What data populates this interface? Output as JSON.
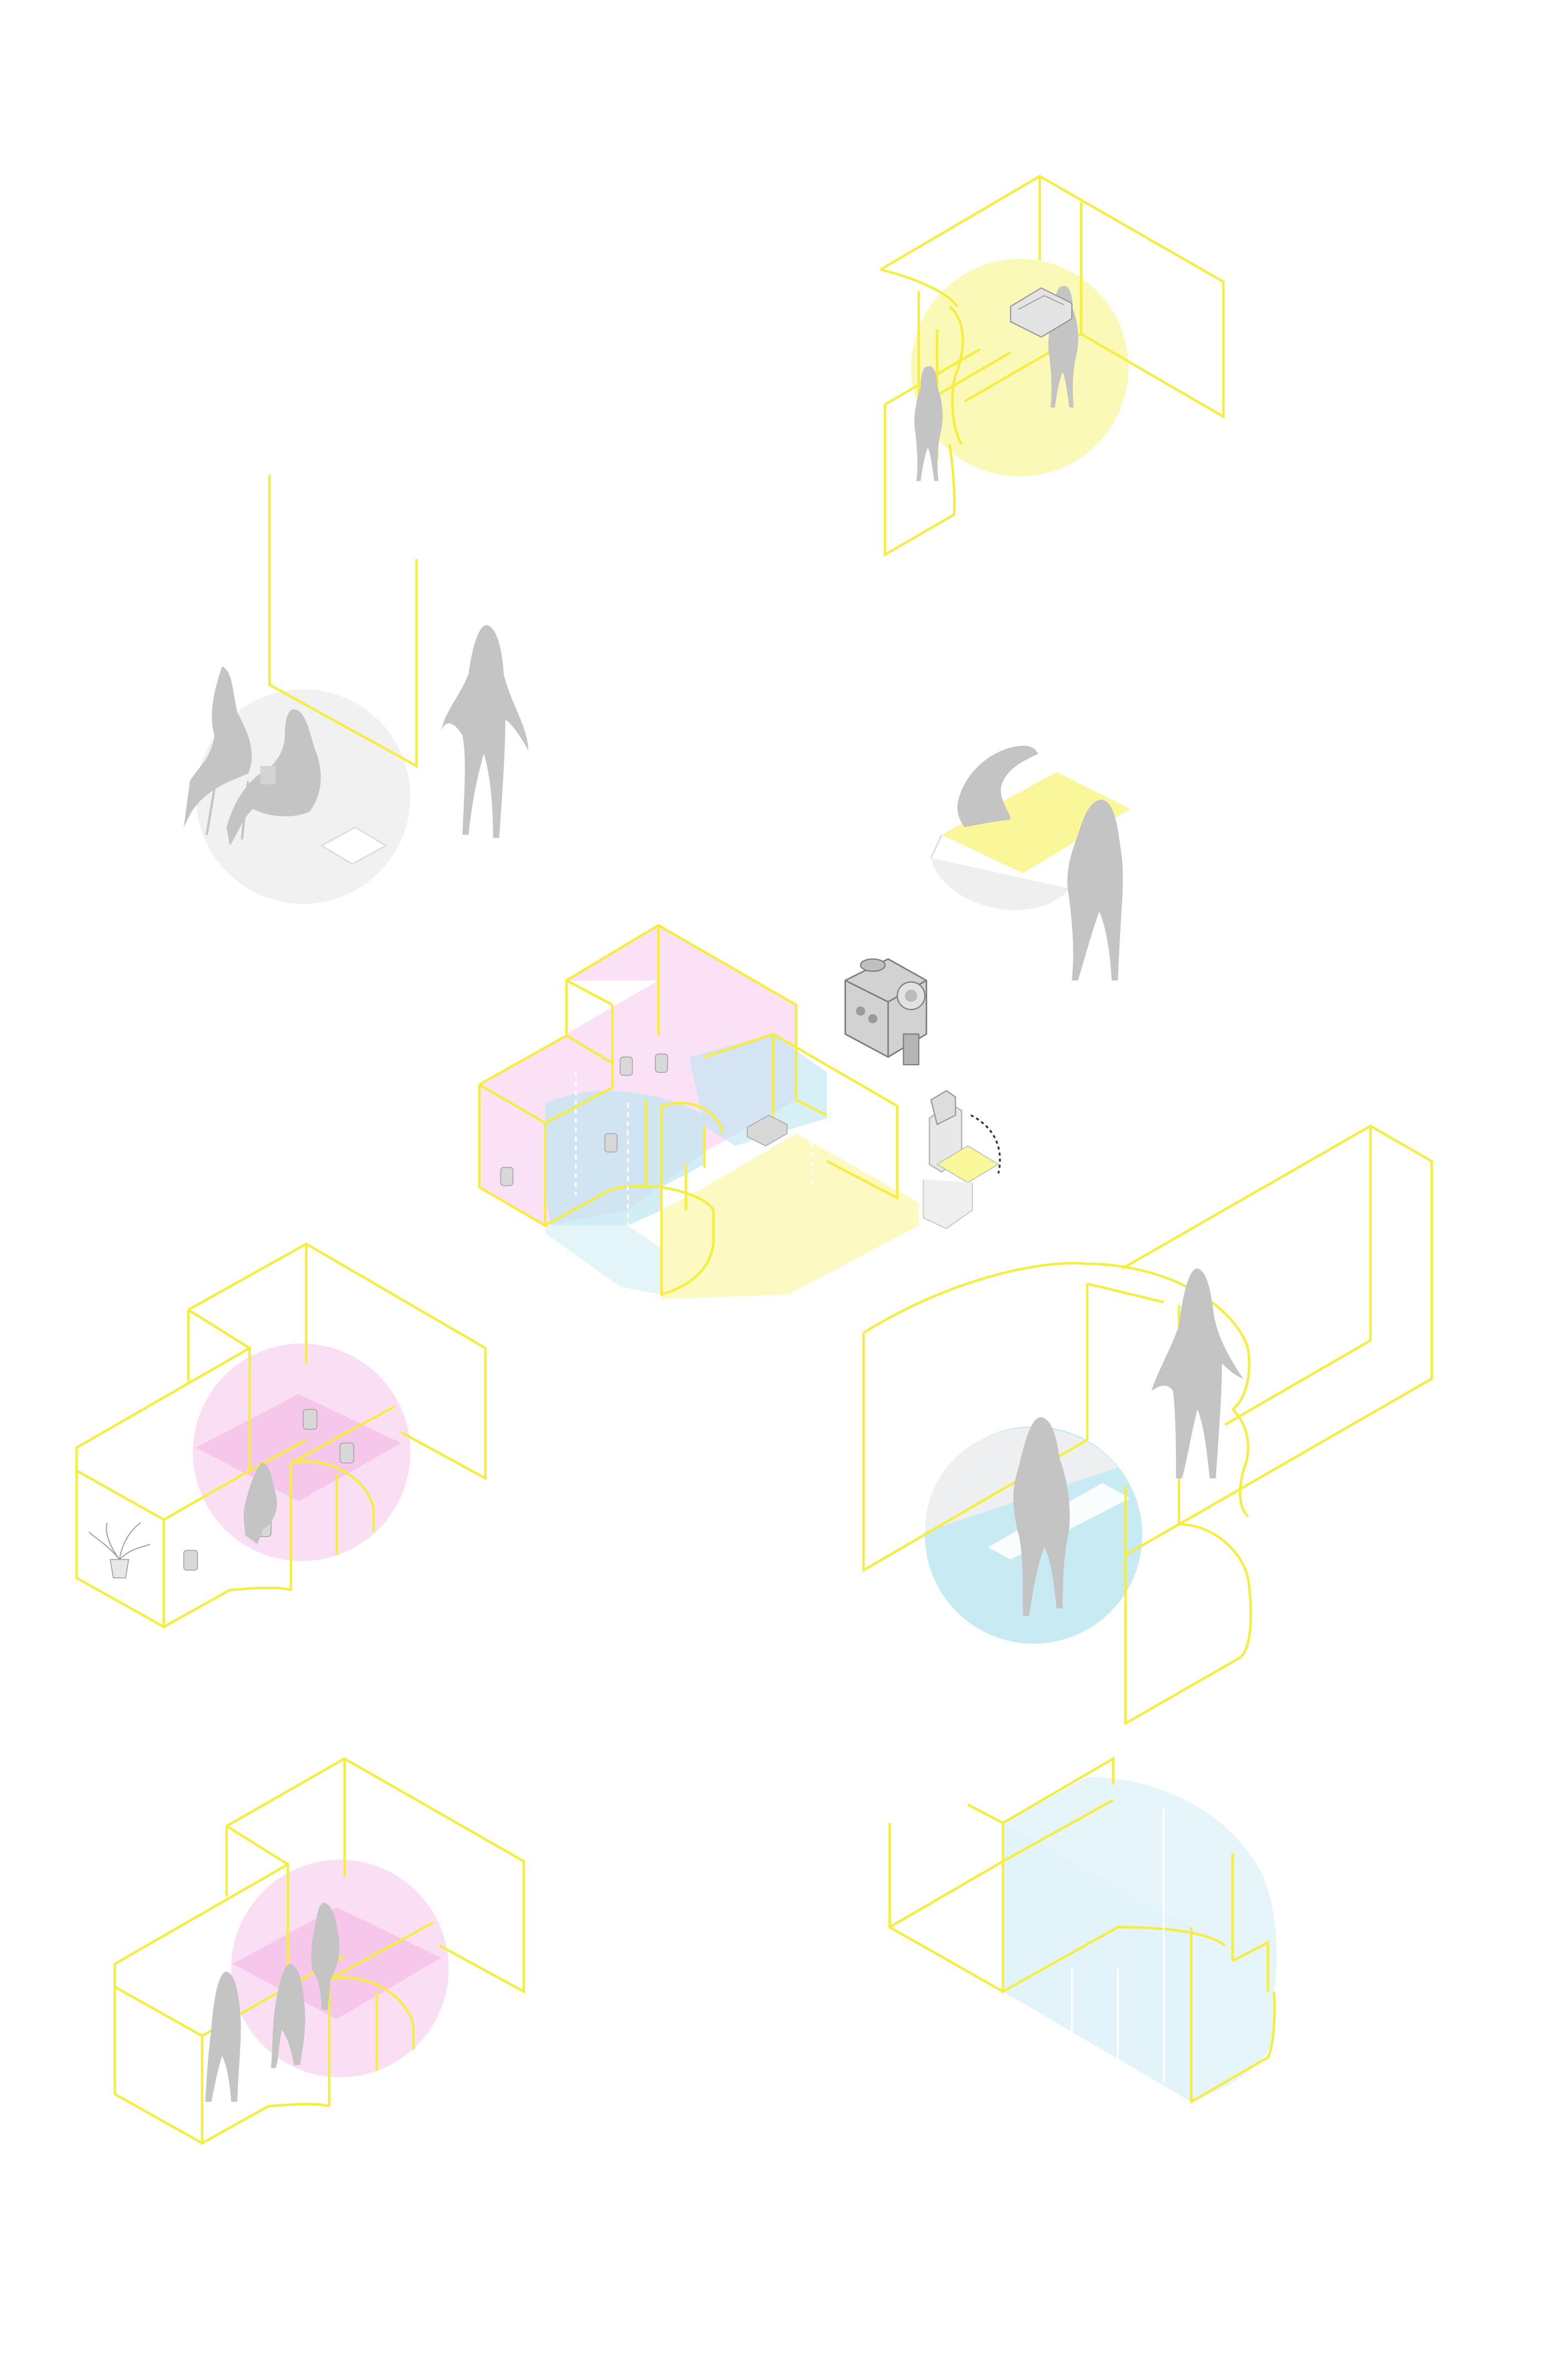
{
  "colors": {
    "background": "#ffffff",
    "line": "#f5ee3c",
    "person": "#c4c4c4",
    "object": "#9a9a9a",
    "pink": "#f6c9ec",
    "blue": "#bde6f1",
    "yellow": "#faf79a",
    "grey": "#efefef"
  },
  "vignettes": [
    "workspace-top-right",
    "lounge-seating",
    "standing-table",
    "central-assembly",
    "equipment",
    "reading-corner",
    "curved-wall-presentation",
    "group-meeting",
    "partition-empty"
  ]
}
